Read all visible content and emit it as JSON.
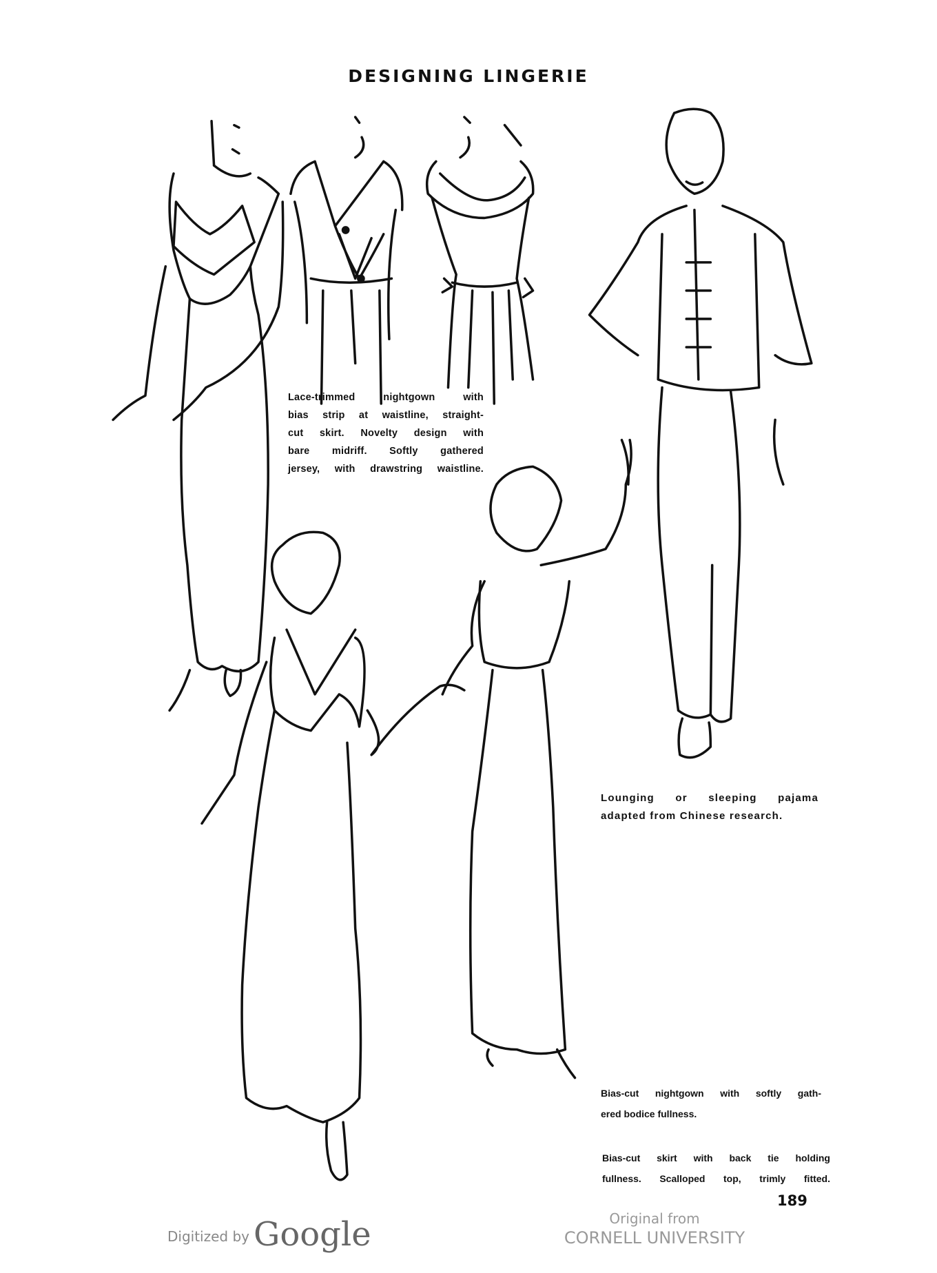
{
  "title": "DESIGNING LINGERIE",
  "captions": {
    "lace_nightgown": [
      "Lace-trimmed nightgown with",
      "bias strip at waistline, straight-",
      "cut skirt. Novelty design with",
      "bare midriff. Softly gathered",
      "jersey, with drawstring waistline."
    ],
    "pajama": [
      "Lounging or sleeping pajama",
      "adapted from Chinese research."
    ],
    "bias_nightgown": [
      "Bias-cut nightgown with softly gath-",
      "ered bodice fullness."
    ],
    "bias_skirt": [
      "Bias-cut skirt with back tie holding",
      "fullness. Scalloped top, trimly fitted."
    ]
  },
  "page_number": "189",
  "watermark": {
    "digitized_by": "Digitized by",
    "google": "Google",
    "original_from": "Original from",
    "institution": "CORNELL UNIVERSITY"
  }
}
